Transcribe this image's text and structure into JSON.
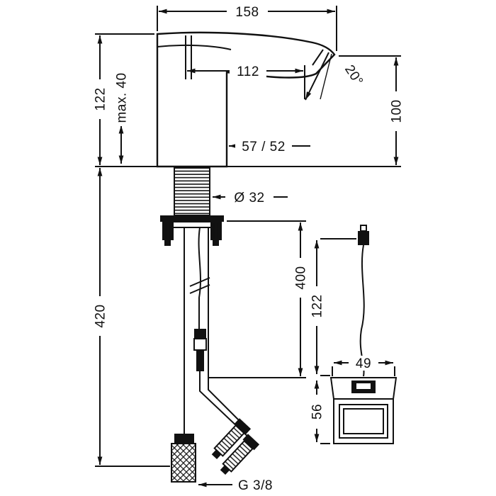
{
  "drawing": {
    "dims": {
      "d158": "158",
      "d112": "112",
      "d122_body": "122",
      "max40": "max. 40",
      "d100": "100",
      "angle": "20°",
      "d57_52": "57 / 52",
      "dia32": "Ø 32",
      "d400": "400",
      "d420": "420",
      "d122_unit": "122",
      "d49": "49",
      "d56": "56",
      "g38": "G 3/8"
    }
  }
}
